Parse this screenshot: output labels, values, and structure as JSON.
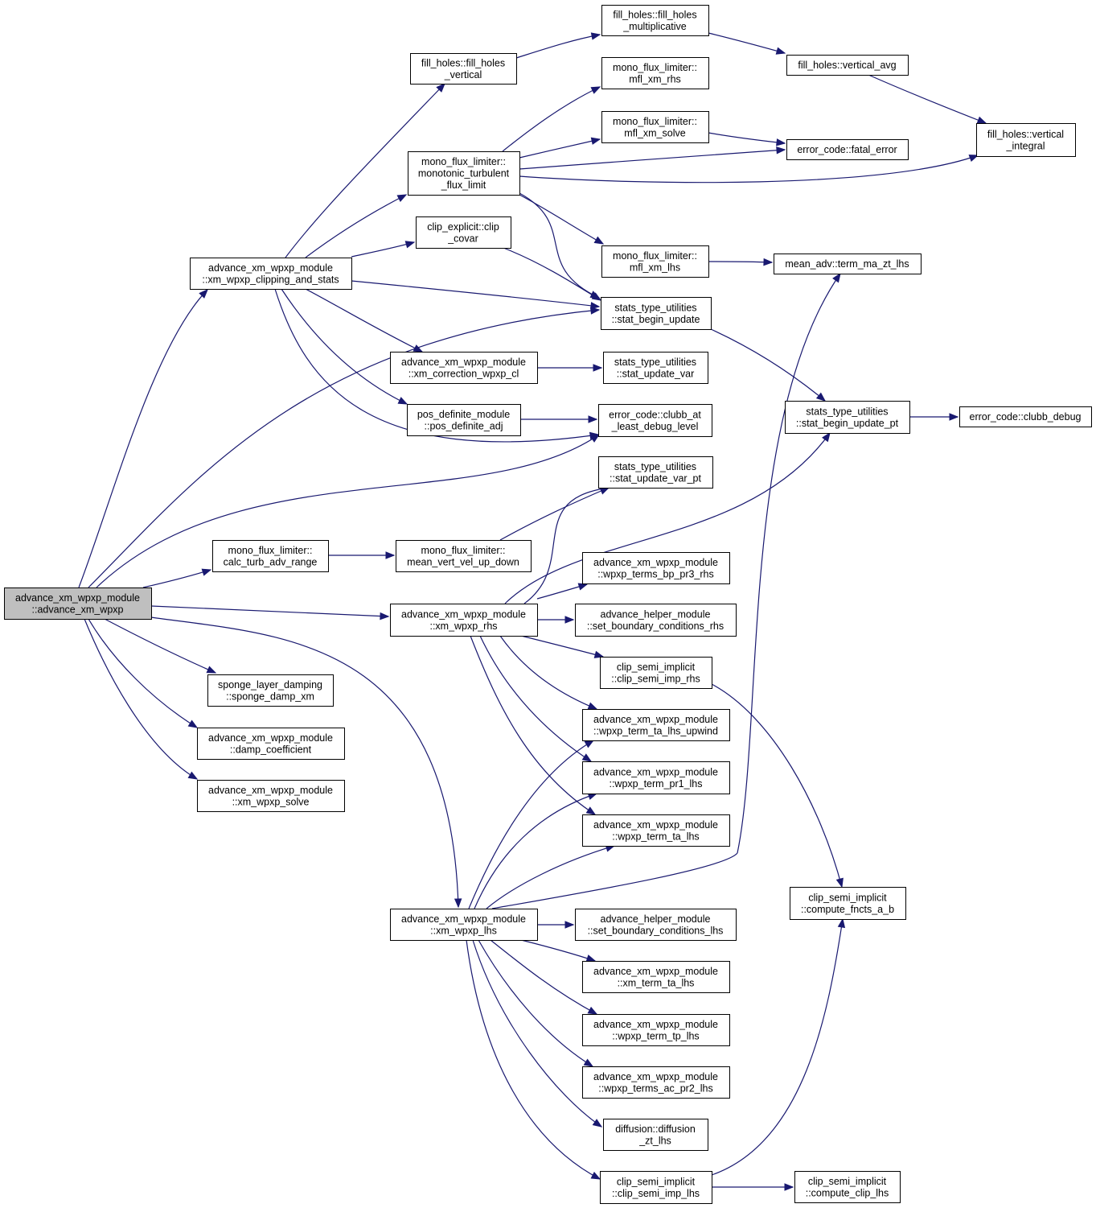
{
  "graph": {
    "edge_color": "#191970",
    "root_fill": "#bfbfbf",
    "node_fill": "#ffffff",
    "nodes": [
      {
        "id": "root",
        "lines": [
          "advance_xm_wpxp_module",
          "::advance_xm_wpxp"
        ]
      },
      {
        "id": "clip_stats",
        "lines": [
          "advance_xm_wpxp_module",
          "::xm_wpxp_clipping_and_stats"
        ]
      },
      {
        "id": "fh_vertical",
        "lines": [
          "fill_holes::fill_holes",
          "_vertical"
        ]
      },
      {
        "id": "fh_mult",
        "lines": [
          "fill_holes::fill_holes",
          "_multiplicative"
        ]
      },
      {
        "id": "fh_vavg",
        "lines": [
          "fill_holes::vertical_avg"
        ]
      },
      {
        "id": "fh_vint",
        "lines": [
          "fill_holes::vertical",
          "_integral"
        ]
      },
      {
        "id": "mfl_xm_rhs",
        "lines": [
          "mono_flux_limiter::",
          "mfl_xm_rhs"
        ]
      },
      {
        "id": "mfl_xm_solve",
        "lines": [
          "mono_flux_limiter::",
          "mfl_xm_solve"
        ]
      },
      {
        "id": "fatal_error",
        "lines": [
          "error_code::fatal_error"
        ]
      },
      {
        "id": "mono_turb",
        "lines": [
          "mono_flux_limiter::",
          "monotonic_turbulent",
          "_flux_limit"
        ]
      },
      {
        "id": "clip_covar",
        "lines": [
          "clip_explicit::clip",
          "_covar"
        ]
      },
      {
        "id": "mfl_xm_lhs",
        "lines": [
          "mono_flux_limiter::",
          "mfl_xm_lhs"
        ]
      },
      {
        "id": "term_ma",
        "lines": [
          "mean_adv::term_ma_zt_lhs"
        ]
      },
      {
        "id": "stat_begin",
        "lines": [
          "stats_type_utilities",
          "::stat_begin_update"
        ]
      },
      {
        "id": "xm_corr",
        "lines": [
          "advance_xm_wpxp_module",
          "::xm_correction_wpxp_cl"
        ]
      },
      {
        "id": "stat_update_var",
        "lines": [
          "stats_type_utilities",
          "::stat_update_var"
        ]
      },
      {
        "id": "stat_begin_pt",
        "lines": [
          "stats_type_utilities",
          "::stat_begin_update_pt"
        ]
      },
      {
        "id": "clubb_debug",
        "lines": [
          "error_code::clubb_debug"
        ]
      },
      {
        "id": "pos_def",
        "lines": [
          "pos_definite_module",
          "::pos_definite_adj"
        ]
      },
      {
        "id": "clubb_at_least",
        "lines": [
          "error_code::clubb_at",
          "_least_debug_level"
        ]
      },
      {
        "id": "stat_update_pt",
        "lines": [
          "stats_type_utilities",
          "::stat_update_var_pt"
        ]
      },
      {
        "id": "calc_range",
        "lines": [
          "mono_flux_limiter::",
          "calc_turb_adv_range"
        ]
      },
      {
        "id": "mean_vert",
        "lines": [
          "mono_flux_limiter::",
          "mean_vert_vel_up_down"
        ]
      },
      {
        "id": "bp_pr3",
        "lines": [
          "advance_xm_wpxp_module",
          "::wpxp_terms_bp_pr3_rhs"
        ]
      },
      {
        "id": "xm_wpxp_rhs",
        "lines": [
          "advance_xm_wpxp_module",
          "::xm_wpxp_rhs"
        ]
      },
      {
        "id": "sbc_rhs",
        "lines": [
          "advance_helper_module",
          "::set_boundary_conditions_rhs"
        ]
      },
      {
        "id": "clip_semi_rhs",
        "lines": [
          "clip_semi_implicit",
          "::clip_semi_imp_rhs"
        ]
      },
      {
        "id": "sponge",
        "lines": [
          "sponge_layer_damping",
          "::sponge_damp_xm"
        ]
      },
      {
        "id": "ta_upwind",
        "lines": [
          "advance_xm_wpxp_module",
          "::wpxp_term_ta_lhs_upwind"
        ]
      },
      {
        "id": "damp_coef",
        "lines": [
          "advance_xm_wpxp_module",
          "::damp_coefficient"
        ]
      },
      {
        "id": "pr1_lhs",
        "lines": [
          "advance_xm_wpxp_module",
          "::wpxp_term_pr1_lhs"
        ]
      },
      {
        "id": "xm_solve",
        "lines": [
          "advance_xm_wpxp_module",
          "::xm_wpxp_solve"
        ]
      },
      {
        "id": "ta_lhs",
        "lines": [
          "advance_xm_wpxp_module",
          "::wpxp_term_ta_lhs"
        ]
      },
      {
        "id": "fncts_ab",
        "lines": [
          "clip_semi_implicit",
          "::compute_fncts_a_b"
        ]
      },
      {
        "id": "xm_wpxp_lhs",
        "lines": [
          "advance_xm_wpxp_module",
          "::xm_wpxp_lhs"
        ]
      },
      {
        "id": "sbc_lhs",
        "lines": [
          "advance_helper_module",
          "::set_boundary_conditions_lhs"
        ]
      },
      {
        "id": "xm_ta",
        "lines": [
          "advance_xm_wpxp_module",
          "::xm_term_ta_lhs"
        ]
      },
      {
        "id": "tp_lhs",
        "lines": [
          "advance_xm_wpxp_module",
          "::wpxp_term_tp_lhs"
        ]
      },
      {
        "id": "ac_pr2",
        "lines": [
          "advance_xm_wpxp_module",
          "::wpxp_terms_ac_pr2_lhs"
        ]
      },
      {
        "id": "diffusion",
        "lines": [
          "diffusion::diffusion",
          "_zt_lhs"
        ]
      },
      {
        "id": "clip_semi_lhs",
        "lines": [
          "clip_semi_implicit",
          "::clip_semi_imp_lhs"
        ]
      },
      {
        "id": "clip_lhs",
        "lines": [
          "clip_semi_implicit",
          "::compute_clip_lhs"
        ]
      }
    ],
    "edges": [
      [
        "root",
        "clip_stats"
      ],
      [
        "root",
        "stat_begin"
      ],
      [
        "root",
        "clubb_at_least"
      ],
      [
        "root",
        "calc_range"
      ],
      [
        "root",
        "xm_wpxp_rhs"
      ],
      [
        "root",
        "sponge"
      ],
      [
        "root",
        "damp_coef"
      ],
      [
        "root",
        "xm_solve"
      ],
      [
        "root",
        "xm_wpxp_lhs"
      ],
      [
        "clip_stats",
        "fh_vertical"
      ],
      [
        "clip_stats",
        "mono_turb"
      ],
      [
        "clip_stats",
        "clip_covar"
      ],
      [
        "clip_stats",
        "stat_begin"
      ],
      [
        "clip_stats",
        "xm_corr"
      ],
      [
        "clip_stats",
        "pos_def"
      ],
      [
        "clip_stats",
        "clubb_at_least"
      ],
      [
        "fh_vertical",
        "fh_mult"
      ],
      [
        "fh_mult",
        "fh_vavg"
      ],
      [
        "fh_vavg",
        "fh_vint"
      ],
      [
        "mono_turb",
        "mfl_xm_rhs"
      ],
      [
        "mono_turb",
        "mfl_xm_solve"
      ],
      [
        "mono_turb",
        "fatal_error"
      ],
      [
        "mono_turb",
        "fh_vint"
      ],
      [
        "mono_turb",
        "mfl_xm_lhs"
      ],
      [
        "mono_turb",
        "stat_begin"
      ],
      [
        "mfl_xm_solve",
        "fatal_error"
      ],
      [
        "mfl_xm_lhs",
        "term_ma"
      ],
      [
        "clip_covar",
        "stat_begin"
      ],
      [
        "stat_begin",
        "stat_begin_pt"
      ],
      [
        "stat_begin_pt",
        "clubb_debug"
      ],
      [
        "xm_corr",
        "stat_update_var"
      ],
      [
        "pos_def",
        "clubb_at_least"
      ],
      [
        "calc_range",
        "mean_vert"
      ],
      [
        "mean_vert",
        "stat_update_pt"
      ],
      [
        "xm_wpxp_rhs",
        "stat_update_pt"
      ],
      [
        "xm_wpxp_rhs",
        "stat_begin_pt"
      ],
      [
        "xm_wpxp_rhs",
        "bp_pr3"
      ],
      [
        "xm_wpxp_rhs",
        "sbc_rhs"
      ],
      [
        "xm_wpxp_rhs",
        "clip_semi_rhs"
      ],
      [
        "xm_wpxp_rhs",
        "ta_upwind"
      ],
      [
        "xm_wpxp_rhs",
        "pr1_lhs"
      ],
      [
        "xm_wpxp_rhs",
        "ta_lhs"
      ],
      [
        "clip_semi_rhs",
        "fncts_ab"
      ],
      [
        "xm_wpxp_lhs",
        "term_ma"
      ],
      [
        "xm_wpxp_lhs",
        "ta_upwind"
      ],
      [
        "xm_wpxp_lhs",
        "pr1_lhs"
      ],
      [
        "xm_wpxp_lhs",
        "ta_lhs"
      ],
      [
        "xm_wpxp_lhs",
        "sbc_lhs"
      ],
      [
        "xm_wpxp_lhs",
        "xm_ta"
      ],
      [
        "xm_wpxp_lhs",
        "tp_lhs"
      ],
      [
        "xm_wpxp_lhs",
        "ac_pr2"
      ],
      [
        "xm_wpxp_lhs",
        "diffusion"
      ],
      [
        "xm_wpxp_lhs",
        "clip_semi_lhs"
      ],
      [
        "clip_semi_lhs",
        "fncts_ab"
      ],
      [
        "clip_semi_lhs",
        "clip_lhs"
      ]
    ]
  }
}
